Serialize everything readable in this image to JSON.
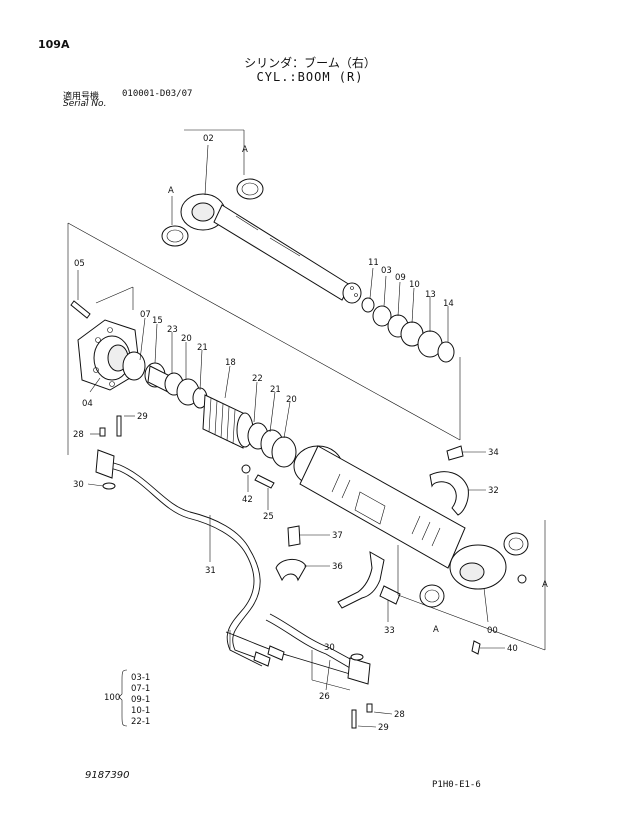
{
  "header": {
    "page_id": "109A",
    "title_jp": "シリンダ：ブーム（右）",
    "title_en": "CYL.:BOOM (R)",
    "serial_label_jp": "適用号機",
    "serial_range": "010001-D03/07",
    "serial_label_en": "Serial No."
  },
  "callouts": {
    "c02": "02",
    "c05": "05",
    "c04": "04",
    "c07": "07",
    "c15": "15",
    "c23": "23",
    "c20a": "20",
    "c21a": "21",
    "c18": "18",
    "c22": "22",
    "c21b": "21",
    "c20b": "20",
    "c11": "11",
    "c03": "03",
    "c09": "09",
    "c10": "10",
    "c13": "13",
    "c14": "14",
    "c29a": "29",
    "c28a": "28",
    "c30a": "30",
    "c42": "42",
    "c25": "25",
    "c34": "34",
    "c32": "32",
    "c37": "37",
    "c36": "36",
    "c31": "31",
    "c33": "33",
    "c00": "00",
    "c40": "40",
    "c30b": "30",
    "c26": "26",
    "c28b": "28",
    "c29b": "29",
    "ref_a1": "A",
    "ref_a2": "A",
    "ref_a3": "A",
    "ref_a4": "A"
  },
  "kit": {
    "number": "100",
    "items": [
      "03-1",
      "07-1",
      "09-1",
      "10-1",
      "22-1"
    ]
  },
  "footer": {
    "doc_number": "9187390",
    "page_code": "P1H0-E1-6"
  }
}
